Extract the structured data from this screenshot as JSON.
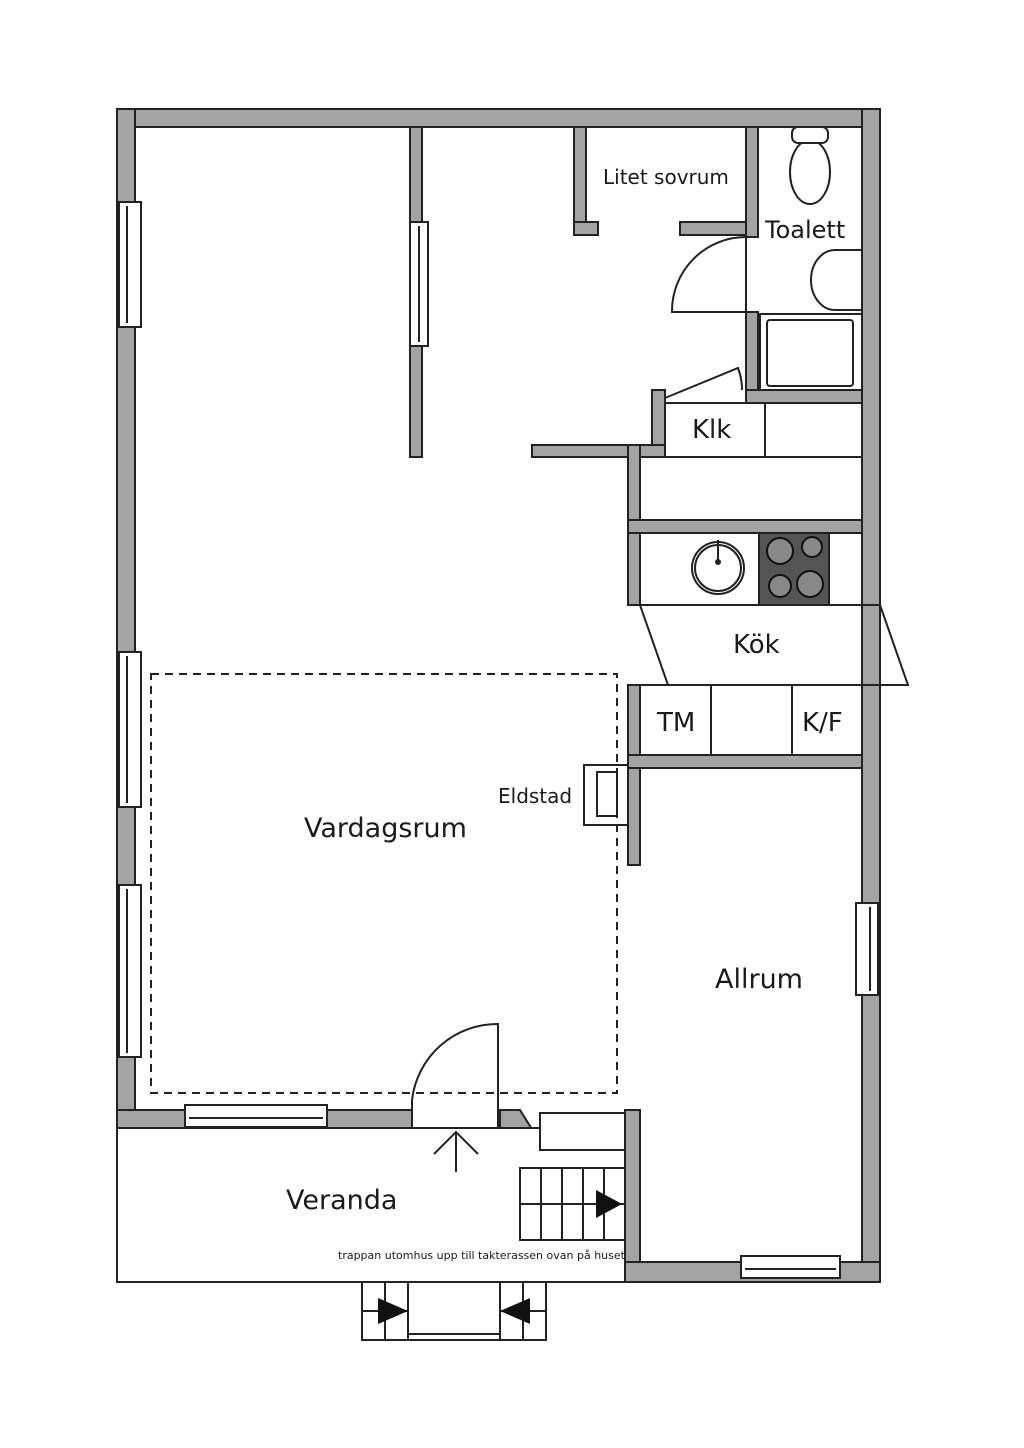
{
  "rooms": {
    "litet_sovrum": "Litet sovrum",
    "toalett": "Toalett",
    "klk": "Klk",
    "kok": "Kök",
    "tm": "TM",
    "kf": "K/F",
    "eldstad": "Eldstad",
    "vardagsrum": "Vardagsrum",
    "allrum": "Allrum",
    "veranda": "Veranda"
  },
  "note": "trappan utomhus upp till takterassen ovan på huset",
  "colors": {
    "wall": "#a3a3a3",
    "line": "#222222",
    "stove": "#555555"
  }
}
